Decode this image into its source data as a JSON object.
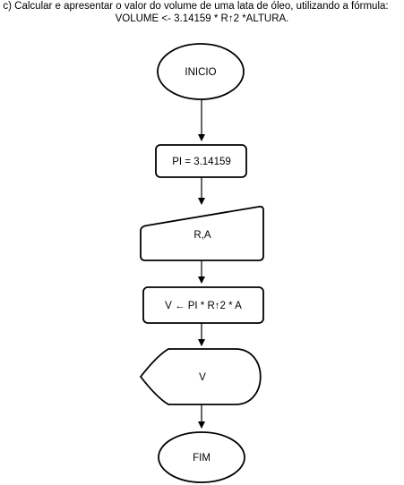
{
  "title": {
    "line1": "c) Calcular e apresentar o valor do volume de uma lata de óleo, utilizando a fórmula:",
    "line2": "VOLUME <- 3.14159 * R↑2 *ALTURA."
  },
  "flowchart": {
    "start": "INICIO",
    "assign_pi": "PI = 3.14159",
    "input": "R,A",
    "compute": "V ← PI * R↑2 * A",
    "output": "V",
    "end": "FIM"
  },
  "colors": {
    "stroke": "#000000",
    "fill": "#ffffff",
    "text": "#000000"
  }
}
